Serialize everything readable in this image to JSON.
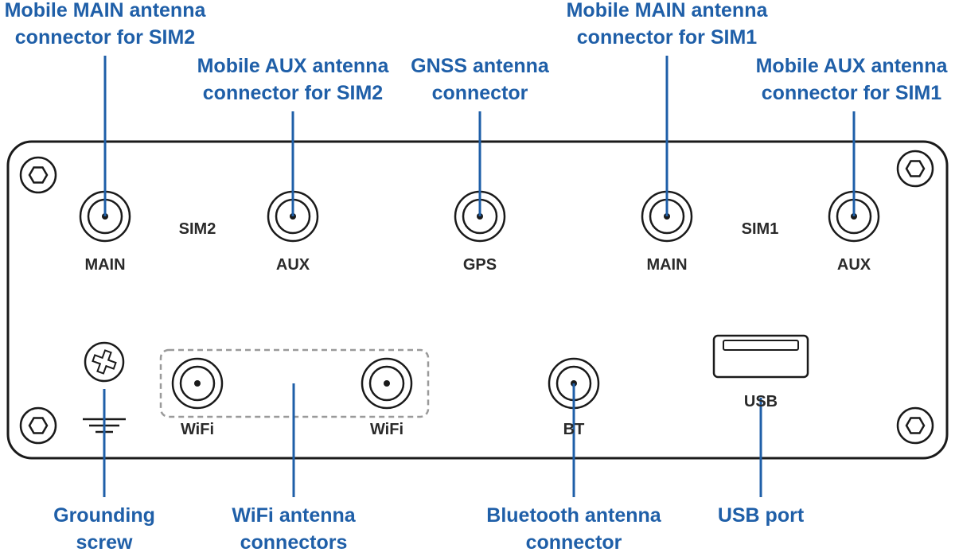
{
  "colors": {
    "callout": "#1f5fa8",
    "panel_outline": "#1a1a1a",
    "panel_label": "#2a2a2a",
    "wifi_group_dash": "#9a9a9a"
  },
  "callouts": {
    "main_sim2": [
      "Mobile MAIN antenna",
      "connector for SIM2"
    ],
    "aux_sim2": [
      "Mobile AUX antenna",
      "connector for SIM2"
    ],
    "gnss": [
      "GNSS antenna",
      "connector"
    ],
    "main_sim1": [
      "Mobile MAIN antenna",
      "connector for SIM1"
    ],
    "aux_sim1": [
      "Mobile AUX antenna",
      "connector for SIM1"
    ],
    "grounding": [
      "Grounding",
      "screw"
    ],
    "wifi": [
      "WiFi antenna",
      "connectors"
    ],
    "bluetooth": [
      "Bluetooth antenna",
      "connector"
    ],
    "usb": [
      "USB port"
    ]
  },
  "panel_labels": {
    "main_sim2": "MAIN",
    "sim2": "SIM2",
    "aux_sim2": "AUX",
    "gps": "GPS",
    "main_sim1": "MAIN",
    "sim1": "SIM1",
    "aux_sim1": "AUX",
    "wifi_left": "WiFi",
    "wifi_right": "WiFi",
    "bt": "BT",
    "usb": "USB"
  },
  "icons": {
    "corner_screw": "hex-screw-icon",
    "grounding_screw": "phillips-screw-icon",
    "ground": "ground-symbol-icon",
    "antenna_connector": "sma-connector-icon",
    "usb": "usb-port-icon"
  }
}
